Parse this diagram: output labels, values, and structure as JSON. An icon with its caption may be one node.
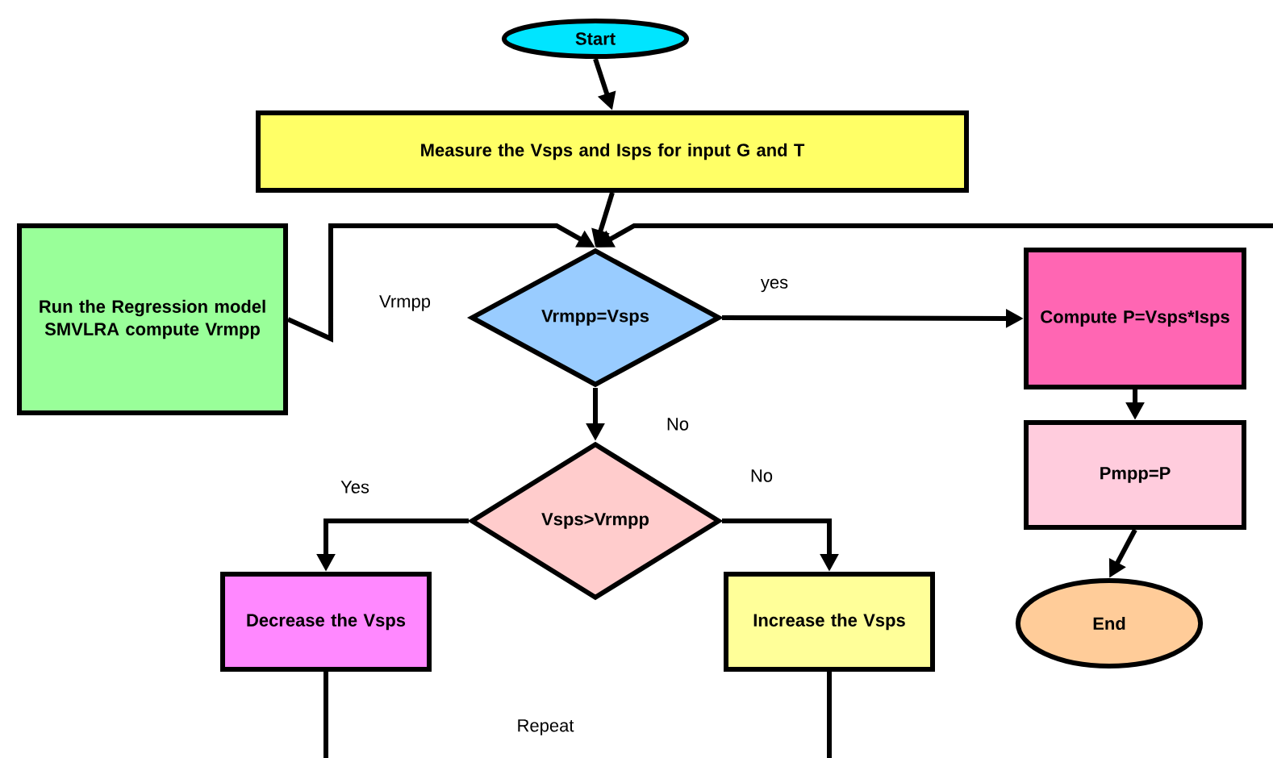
{
  "diagram": {
    "nodes": [
      {
        "text": [
          "Start"
        ]
      },
      {
        "text": [
          "Measure the Vsps and Isps for input G and T"
        ]
      },
      {
        "text": [
          "Run the Regression model SMVLRA compute Vrmpp"
        ]
      },
      {
        "text": [
          "Vrmpp=Vsps"
        ]
      },
      {
        "text": [
          "Compute P=Vsps*Isps"
        ]
      },
      {
        "text": [
          "Pmpp=P"
        ]
      },
      {
        "text": [
          "End"
        ]
      },
      {
        "text": [
          "Vsps>Vrmpp"
        ]
      },
      {
        "text": [
          "Decrease the Vsps"
        ]
      },
      {
        "text": [
          "Increase the Vsps"
        ]
      }
    ],
    "edges": [
      {
        "from": 0,
        "to": 1,
        "arrow": "to"
      },
      {
        "from": 1,
        "to": 3,
        "arrow": "to"
      },
      {
        "from": 2,
        "to": 3,
        "arrow": "to",
        "label": "Vrmpp"
      },
      {
        "from": null,
        "to": 3,
        "arrow": "to"
      },
      {
        "from": 3,
        "to": 4,
        "arrow": "to",
        "label": "yes"
      },
      {
        "from": 4,
        "to": 5,
        "arrow": "to"
      },
      {
        "from": 5,
        "to": 6,
        "arrow": "to"
      },
      {
        "from": 3,
        "to": 7,
        "arrow": "to",
        "label": "No"
      },
      {
        "from": 7,
        "to": 8,
        "arrow": "to",
        "label": "Yes"
      },
      {
        "from": 7,
        "to": 9,
        "arrow": "to",
        "label": "No"
      },
      {
        "from": 8,
        "to": null,
        "arrow": "none"
      },
      {
        "from": 9,
        "to": null,
        "arrow": "none"
      }
    ],
    "labels": [
      "Repeat"
    ]
  }
}
